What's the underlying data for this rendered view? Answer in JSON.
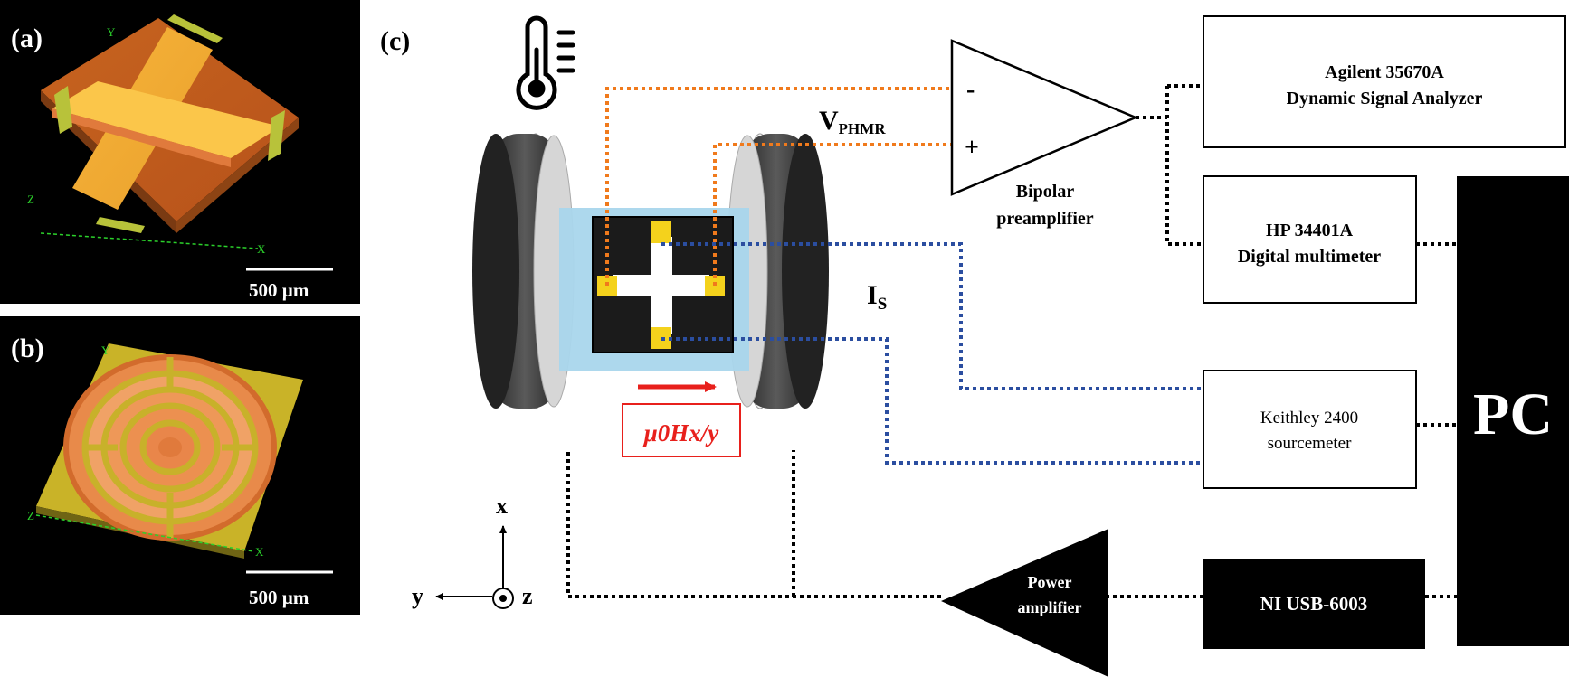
{
  "panels": {
    "a": {
      "label": "(a)",
      "scale_bar": "500 µm",
      "axes": {
        "x": "X",
        "y": "Y",
        "z": "Z"
      }
    },
    "b": {
      "label": "(b)",
      "scale_bar": "500 µm",
      "axes": {
        "x": "X",
        "y": "Y",
        "z": "Z"
      }
    },
    "c": {
      "label": "(c)"
    }
  },
  "signals": {
    "voltage_label_main": "V",
    "voltage_label_sub": "PHMR",
    "current_label_main": "I",
    "current_label_sub": "S",
    "field_label": "μ0Hx/y"
  },
  "preamp": {
    "minus": "-",
    "plus": "+",
    "label_line1": "Bipolar",
    "label_line2": "preamplifier"
  },
  "power_amp": {
    "label_line1": "Power",
    "label_line2": "amplifier"
  },
  "instruments": {
    "signal_analyzer": {
      "line1": "Agilent 35670A",
      "line2": "Dynamic Signal Analyzer"
    },
    "multimeter": {
      "line1": "HP 34401A",
      "line2": "Digital multimeter"
    },
    "sourcemeter": {
      "line1": "Keithley 2400",
      "line2": "sourcemeter"
    },
    "daq": {
      "line1": "NI USB-6003"
    },
    "pc": {
      "label": "PC"
    }
  },
  "coordinate_axes": {
    "x": "x",
    "y": "y",
    "z": "z"
  },
  "colors": {
    "sense_wire": "#f07a1c",
    "current_wire": "#2b4ea0",
    "field_arrow": "#e8201c",
    "device_bg": "#a9d6ec",
    "pad": "#f4d21c",
    "coil": "#3a3a3a",
    "panel_bg": "#000000"
  },
  "icons": {
    "thermometer": "thermometer-icon"
  }
}
